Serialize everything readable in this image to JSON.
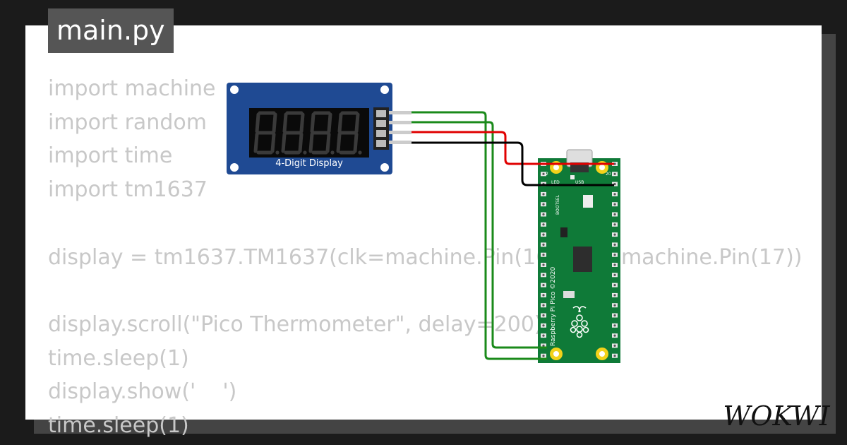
{
  "tab": {
    "filename": "main.py"
  },
  "code_lines": [
    "import machine",
    "import random",
    "import time",
    "import tm1637",
    "",
    "display = tm1637.TM1637(clk=machine.Pin(16), dio=machine.Pin(17))",
    "",
    "display.scroll(\"Pico Thermometer\", delay=200)",
    "time.sleep(1)",
    "display.show('    ')",
    "time.sleep(1)"
  ],
  "display_module": {
    "label": "4-Digit Display",
    "board_color": "#1f4a93",
    "digits": [
      "8.",
      "8.",
      "8.",
      "8."
    ]
  },
  "pico_board": {
    "label": "Raspberry Pi Pico ©2020",
    "usb_label": "USB",
    "led_label": "LED",
    "bootsel_label": "BOOTSEL",
    "pin_label_left": "2",
    "pin_label_right": "20",
    "board_color": "#0f7a38"
  },
  "wires": {
    "colors": [
      "#1a8a1a",
      "#1a8a1a",
      "#e00000",
      "#000000"
    ]
  },
  "logo": {
    "text": "WOKWI"
  }
}
